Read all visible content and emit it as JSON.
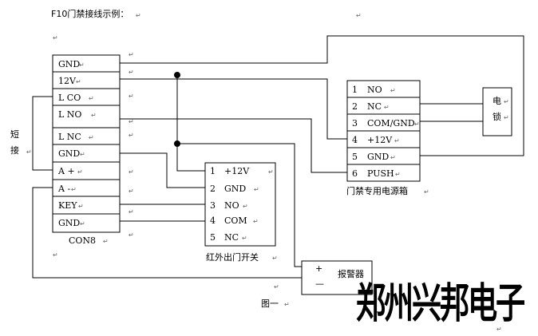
{
  "title": "F10门禁接线示例：",
  "con8": {
    "label": "CON8",
    "pins": [
      "GND",
      "12V",
      "L CO",
      "L NO",
      "L NC",
      "GND",
      "A +",
      "A -",
      "KEY",
      "GND"
    ]
  },
  "power_supply": {
    "label": "门禁专用电源箱",
    "pins": [
      {
        "num": "1",
        "name": "NO"
      },
      {
        "num": "2",
        "name": "NC"
      },
      {
        "num": "3",
        "name": "COM/GND"
      },
      {
        "num": "4",
        "name": "+12V"
      },
      {
        "num": "5",
        "name": "GND"
      },
      {
        "num": "6",
        "name": "PUSH"
      }
    ]
  },
  "ir_switch": {
    "label": "红外出门开关",
    "pins": [
      {
        "num": "1",
        "name": "+12V"
      },
      {
        "num": "2",
        "name": "GND"
      },
      {
        "num": "3",
        "name": "NO"
      },
      {
        "num": "4",
        "name": "COM"
      },
      {
        "num": "5",
        "name": "NC"
      }
    ]
  },
  "lock": {
    "line1": "电",
    "line2": "锁"
  },
  "alarm": {
    "label": "报警器",
    "plus": "+",
    "minus": "—"
  },
  "short_label": {
    "line1": "短",
    "line2": "接"
  },
  "figure_label": "图一",
  "watermark": "郑州兴邦电子",
  "paragraph_mark": "↵"
}
